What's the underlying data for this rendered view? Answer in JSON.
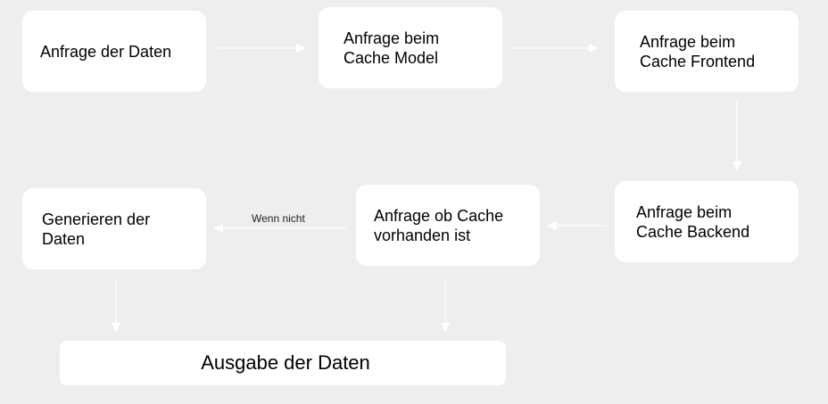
{
  "nodes": {
    "request_data": "Anfrage der Daten",
    "cache_model": "Anfrage beim\nCache Model",
    "cache_frontend": "Anfrage beim\nCache Frontend",
    "cache_backend": "Anfrage beim\nCache Backend",
    "cache_exists": "Anfrage ob Cache\nvorhanden ist",
    "generate_data": "Generieren der\nDaten",
    "output_data": "Ausgabe der Daten"
  },
  "edges": {
    "if_not_label": "Wenn nicht"
  },
  "colors": {
    "background": "#eeeeee",
    "node_fill": "#ffffff",
    "arrow": "#ffffff"
  }
}
